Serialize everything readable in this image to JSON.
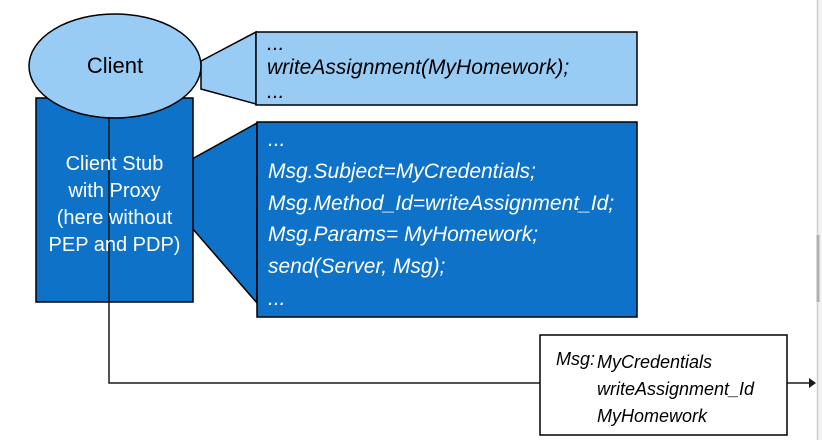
{
  "colors": {
    "light_blue": "#99ccf5",
    "dark_blue": "#0d72c8",
    "outline": "#000000",
    "scrollbar_track": "#f2f2f2",
    "scrollbar_thumb": "#b0b0b0",
    "window_edge": "#cfcfcf"
  },
  "client": {
    "label": "Client"
  },
  "client_stub": {
    "lines": [
      "Client Stub",
      "with Proxy",
      "(here without",
      "PEP and PDP)"
    ]
  },
  "call_code": {
    "lines": [
      "...",
      "writeAssignment(MyHomework);",
      "..."
    ]
  },
  "stub_code": {
    "lines": [
      "...",
      "Msg.Subject=MyCredentials;",
      "Msg.Method_Id=writeAssignment_Id;",
      "Msg.Params= MyHomework;",
      "send(Server, Msg);",
      "..."
    ]
  },
  "message": {
    "label": "Msg:",
    "values": [
      "MyCredentials",
      "writeAssignment_Id",
      "MyHomework"
    ]
  }
}
